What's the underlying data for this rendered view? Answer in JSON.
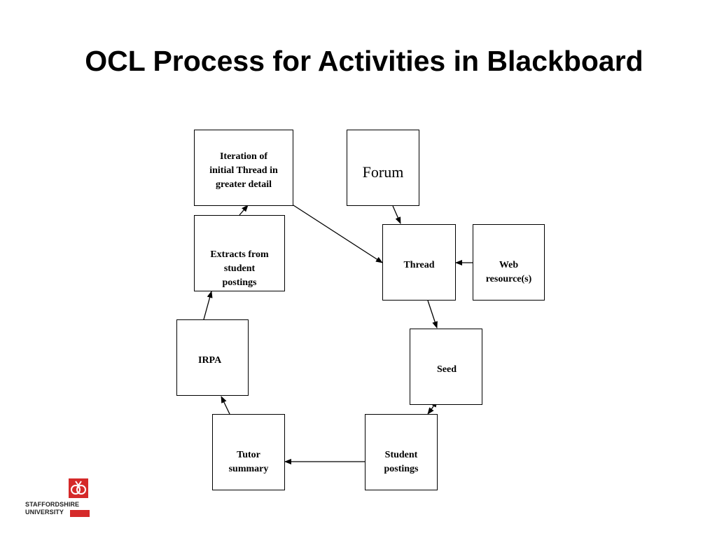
{
  "title": "OCL Process for Activities in Blackboard",
  "nodes": {
    "iteration": [
      "Iteration of",
      "initial Thread in",
      "greater detail"
    ],
    "forum": [
      "Forum"
    ],
    "thread": [
      "Thread"
    ],
    "web": [
      "Web",
      "resource(s)"
    ],
    "extracts": [
      "Extracts from",
      "student",
      "postings"
    ],
    "irpa": [
      "IRPA"
    ],
    "seed": [
      "Seed"
    ],
    "student": [
      "Student",
      "postings"
    ],
    "tutor": [
      "Tutor",
      "summary"
    ]
  },
  "logo": {
    "line1": "STAFFORDSHIRE",
    "line2": "UNIVERSITY",
    "brand_color": "#d52a2a"
  }
}
